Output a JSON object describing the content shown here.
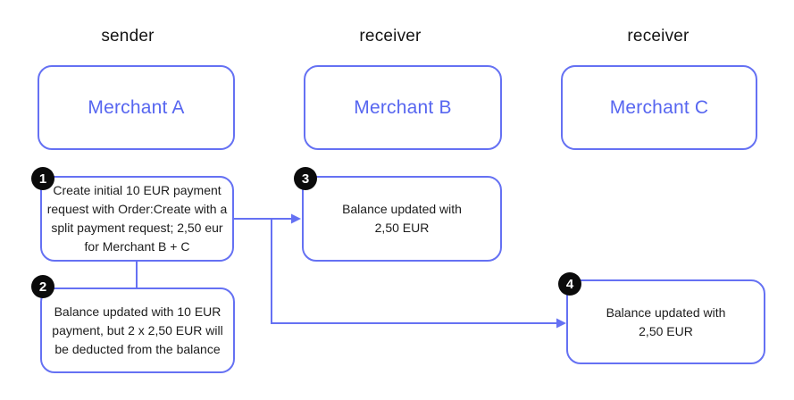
{
  "diagram": {
    "columns": [
      {
        "role": "sender",
        "merchant": "Merchant A"
      },
      {
        "role": "receiver",
        "merchant": "Merchant B"
      },
      {
        "role": "receiver",
        "merchant": "Merchant C"
      }
    ],
    "steps": [
      {
        "number": "1",
        "text": "Create initial 10 EUR payment request with Order:Create with a split payment request; 2,50 eur for Merchant B + C"
      },
      {
        "number": "2",
        "text": "Balance updated with 10 EUR payment, but 2 x 2,50 EUR will be deducted from the balance"
      },
      {
        "number": "3",
        "text": "Balance updated with 2,50 EUR"
      },
      {
        "number": "4",
        "text": "Balance updated with 2,50 EUR"
      }
    ],
    "colors": {
      "accent": "#6571f3",
      "merchant_text": "#5766f0",
      "badge_bg": "#0b0b0b",
      "badge_text": "#ffffff",
      "text": "#1c1c1c",
      "background": "#ffffff"
    }
  }
}
